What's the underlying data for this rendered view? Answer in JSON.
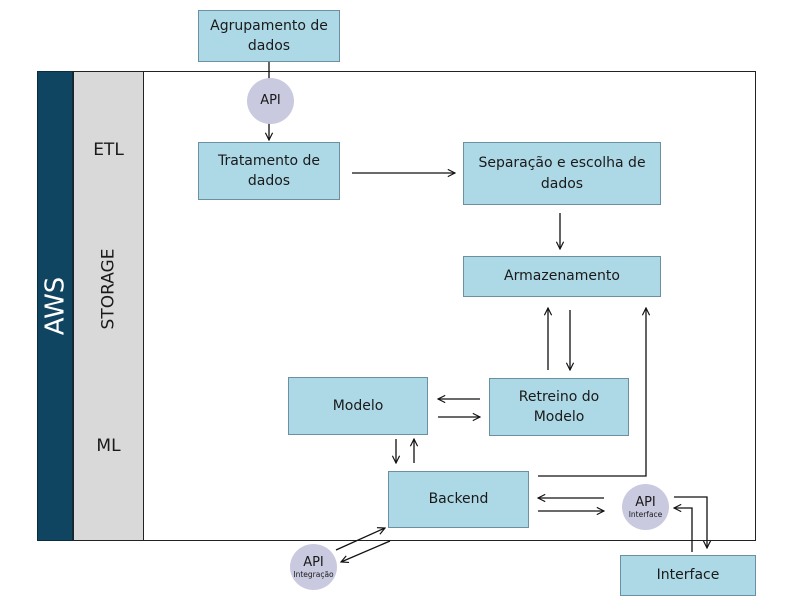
{
  "group_label": "AWS",
  "lanes": {
    "etl": "ETL",
    "storage": "STORAGE",
    "ml": "ML"
  },
  "nodes": {
    "agrupamento": "Agrupamento de dados",
    "api": "API",
    "tratamento": "Tratamento de dados",
    "separacao": "Separação e escolha de dados",
    "armazenamento": "Armazenamento",
    "modelo": "Modelo",
    "retreino": "Retreino do Modelo",
    "backend": "Backend",
    "api_interface": {
      "title": "API",
      "subtitle": "Interface"
    },
    "api_integracao": {
      "title": "API",
      "subtitle": "Integração"
    },
    "interface": "Interface"
  },
  "colors": {
    "aws_band": "#0f4560",
    "lane_label_bg": "#d9d9d9",
    "box_fill": "#add8e6",
    "api_circle": "#c9c9e0"
  }
}
